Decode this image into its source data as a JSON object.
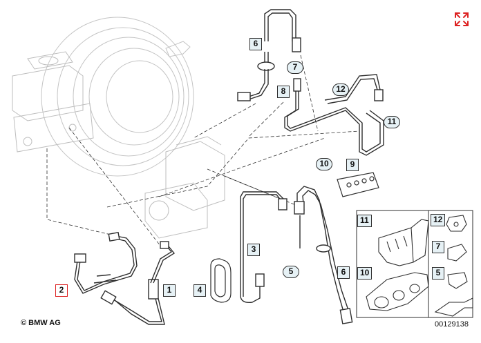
{
  "diagram": {
    "copyright": "© BMW AG",
    "drawing_number": "00129138"
  },
  "callouts": {
    "p1": "1",
    "p2": "2",
    "p3": "3",
    "p4": "4",
    "p5": "5",
    "p6a": "6",
    "p6b": "6",
    "p7a": "7",
    "p7b": "7",
    "p8": "8",
    "p9": "9",
    "p10a": "10",
    "p10b": "10",
    "p11a": "11",
    "p11b": "11",
    "p12a": "12",
    "p12b": "12"
  },
  "colors": {
    "line": "#2e2e2e",
    "ghost": "#bdbdbd",
    "callout_fill": "#e6f1f5",
    "highlight": "#dd2222"
  },
  "icons": {
    "expand": "expand-arrows-icon"
  }
}
